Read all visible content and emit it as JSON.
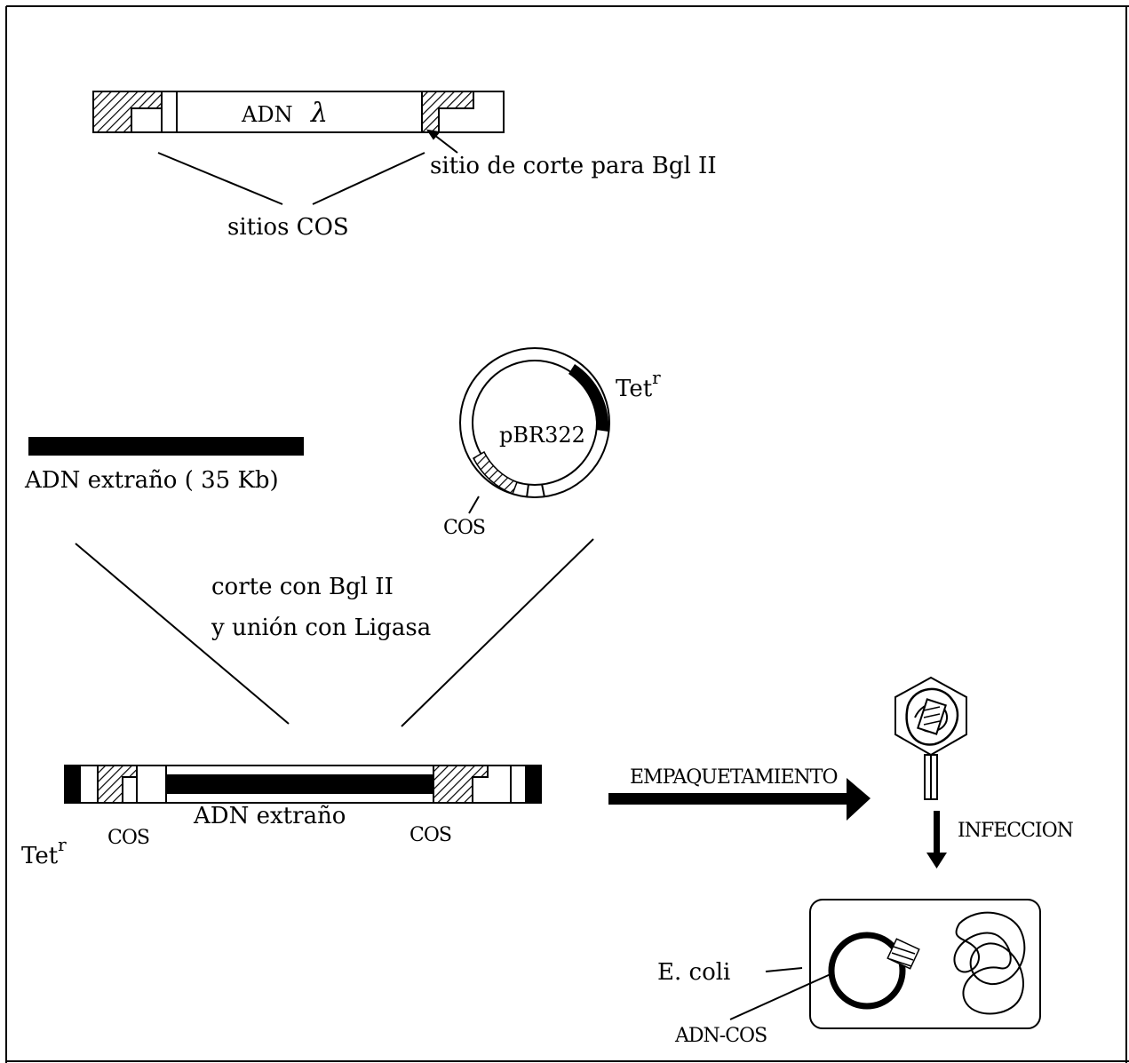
{
  "lambda_dna": {
    "label": "ADN",
    "lambda_symbol": "λ",
    "cut_site_label": "sitio de corte para Bgl II",
    "cos_sites_label": "sitios COS"
  },
  "plasmid": {
    "name": "pBR322",
    "tet_label": "Tet",
    "tet_superscript": "r",
    "cos_label": "COS"
  },
  "foreign_dna": {
    "label": "ADN extraño ( 35 Kb)"
  },
  "step": {
    "line1": "corte con Bgl II",
    "line2": "y unión con Ligasa"
  },
  "cosmid": {
    "tet_label": "Tet",
    "tet_superscript": "r",
    "cos_left": "COS",
    "insert_label": "ADN extraño",
    "cos_right": "COS"
  },
  "packaging": {
    "arrow_label": "EMPAQUETAMIENTO",
    "infection_label": "INFECCION"
  },
  "cell": {
    "host_label": "E. coli",
    "dna_label": "ADN-COS"
  }
}
